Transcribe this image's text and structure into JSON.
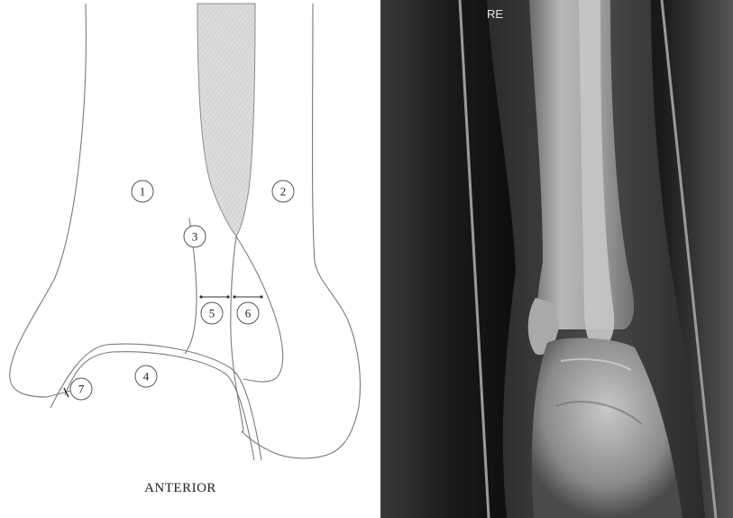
{
  "diagram": {
    "labels": [
      "1",
      "2",
      "3",
      "4",
      "5",
      "6",
      "7"
    ],
    "caption": "ANTERIOR"
  },
  "xray": {
    "side_marker": "RE"
  },
  "colors": {
    "outline": "#7a7a7a",
    "fibula_shade": "#d6d6d6",
    "xray_background": "#000000"
  }
}
